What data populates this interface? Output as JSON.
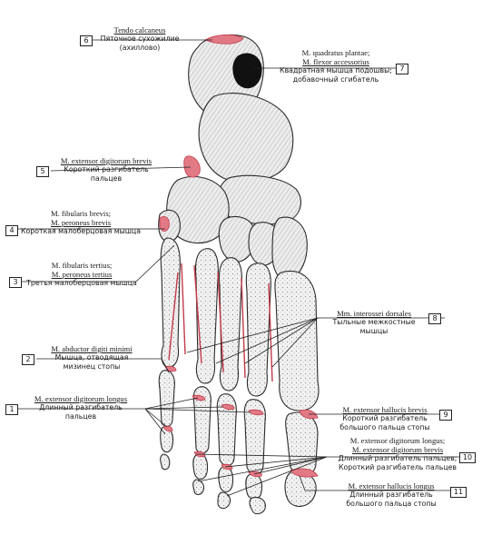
{
  "labels": [
    {
      "num": "6",
      "latin": [
        "Tendo calcaneus"
      ],
      "russian": [
        "Пяточное сухожилие",
        "(ахиллово)"
      ]
    },
    {
      "num": "7",
      "latin": [
        "M. quadratus plantae;",
        "M. flexor accessorius"
      ],
      "russian": [
        "Квадратная мышца подошвы;",
        "добавочный сгибатель"
      ]
    },
    {
      "num": "5",
      "latin": [
        "M. extensor digitorum brevis"
      ],
      "russian": [
        "Короткий разгибатель",
        "пальцев"
      ]
    },
    {
      "num": "4",
      "latin": [
        "M. fibularis brevis;",
        "M. peroneus brevis"
      ],
      "russian": [
        "Короткая малоберцовая мышца"
      ]
    },
    {
      "num": "3",
      "latin": [
        "M. fibularis tertius;",
        "M. peroneus tertius"
      ],
      "russian": [
        "Третья малоберцовая мышца"
      ]
    },
    {
      "num": "8",
      "latin": [
        "Mm. interossei dorsales"
      ],
      "russian": [
        "Тыльные межкостные",
        "мышцы"
      ]
    },
    {
      "num": "2",
      "latin": [
        "M. abductor digiti minimi"
      ],
      "russian": [
        "Мышца, отводящая",
        "мизинец стопы"
      ]
    },
    {
      "num": "1",
      "latin": [
        "M. extensor digitorum longus"
      ],
      "russian": [
        "Длинный разгибатель",
        "пальцев"
      ]
    },
    {
      "num": "9",
      "latin": [
        "M. extensor hallucis brevis"
      ],
      "russian": [
        "Короткий разгибатель",
        "большого пальца стопы"
      ]
    },
    {
      "num": "10",
      "latin": [
        "M. extensor digitorum longus;",
        "M. extensor digitorum brevis"
      ],
      "russian": [
        "Длинный разгибатель пальцев;",
        "Короткий разгибатель пальцев"
      ]
    },
    {
      "num": "11",
      "latin": [
        "M. extensor hallucis longus"
      ],
      "russian": [
        "Длинный разгибатель",
        "большого пальца стопы"
      ]
    }
  ],
  "colors": {
    "bone": "#e9e9e9",
    "outline": "#2a2a2a",
    "attachment": "#e27a86",
    "attachment_dark": "#c23a4a",
    "leader": "#222222"
  }
}
